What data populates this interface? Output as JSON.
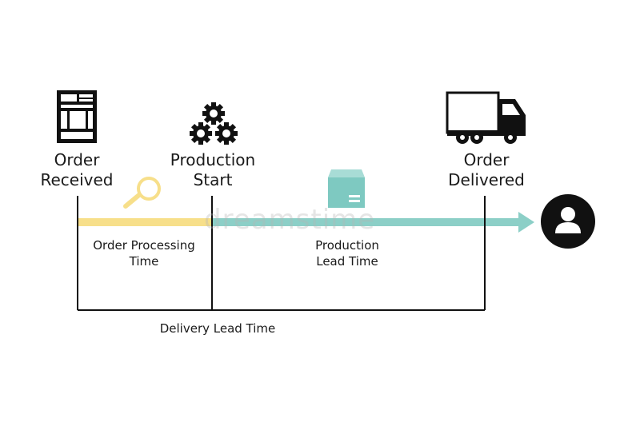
{
  "milestones": {
    "order_received": {
      "line1": "Order",
      "line2": "Received",
      "icon": "order-form-icon"
    },
    "production_start": {
      "line1": "Production",
      "line2": "Start",
      "icon": "gears-icon"
    },
    "order_delivered": {
      "line1": "Order",
      "line2": "Delivered",
      "icon": "delivery-truck-icon"
    }
  },
  "segments": {
    "order_processing": {
      "line1": "Order Processing",
      "line2": "Time",
      "color": "#f7df8a",
      "icon": "magnifier-icon"
    },
    "production_lead": {
      "line1": "Production",
      "line2": "Lead Time",
      "color": "#8ccfc7",
      "icon": "package-box-icon"
    },
    "delivery_lead": {
      "label": "Delivery Lead Time"
    }
  },
  "endpoint": {
    "icon": "customer-avatar-icon"
  },
  "watermark": {
    "text": "dreamstime"
  },
  "colors": {
    "arrow": "#8ccfc7",
    "highlight": "#f7df8a",
    "package": "#7ec9c1",
    "ink": "#111111"
  }
}
